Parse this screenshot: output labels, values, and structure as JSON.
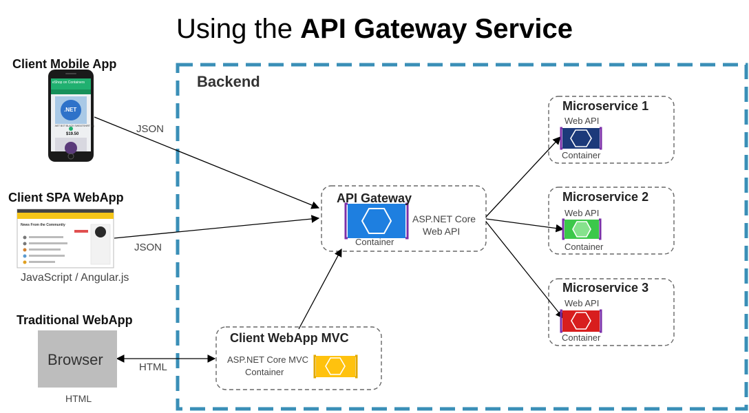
{
  "title": {
    "plain": "Using the ",
    "bold": "API Gateway Service"
  },
  "backend": {
    "label": "Backend"
  },
  "colors": {
    "backend_border": "#3a8fb7",
    "microservice_1": "#1c3a7a",
    "microservice_2": "#3cc84a",
    "microservice_3": "#d81e1e",
    "gateway": "#1e7fe0",
    "mvc": "#ffc20e",
    "container_bracket": "#7b2fa8"
  },
  "clients": {
    "mobile": {
      "label": "Client Mobile App",
      "edge_label": "JSON",
      "screen": {
        "header": "eShop on Containers",
        "product_name": ".NET BOT BLACK SWEATSHIRT (M)",
        "price": "$19.50",
        "logo": ".NET"
      }
    },
    "spa": {
      "label": "Client SPA WebApp",
      "edge_label": "JSON",
      "subtitle": "JavaScript / Angular.js",
      "screen": {
        "heading": "News From the Community"
      }
    },
    "traditional": {
      "label": "Traditional WebApp",
      "browser": "Browser",
      "sub_label": "HTML",
      "edge_label": "HTML"
    }
  },
  "api_gateway": {
    "title": "API Gateway",
    "tech_line1": "ASP.NET Core",
    "tech_line2": "Web API",
    "container_label": "Container"
  },
  "mvc_app": {
    "title": "Client WebApp MVC",
    "tech_line1": "ASP.NET Core MVC",
    "tech_line2": "Container"
  },
  "microservices": [
    {
      "title": "Microservice 1",
      "api_label": "Web API",
      "container_label": "Container"
    },
    {
      "title": "Microservice 2",
      "api_label": "Web API",
      "container_label": "Container"
    },
    {
      "title": "Microservice 3",
      "api_label": "Web API",
      "container_label": "Container"
    }
  ]
}
